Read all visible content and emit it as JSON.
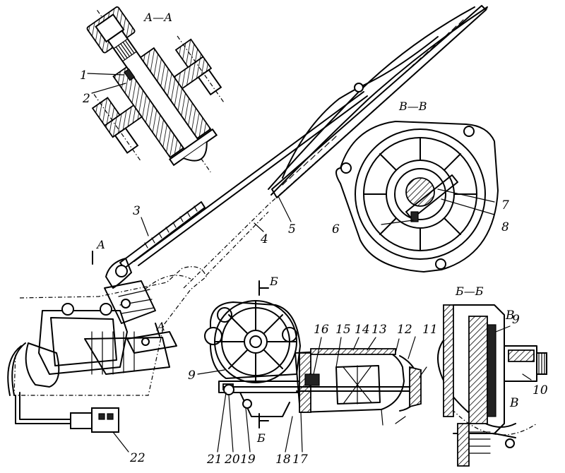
{
  "sections": {
    "aa": "А—А",
    "vv": "В—В",
    "bb": "Б—Б",
    "cut_a": "А",
    "cut_b": "Б",
    "mark_v": "В"
  },
  "labels": {
    "n1": "1",
    "n2": "2",
    "n3": "3",
    "n4": "4",
    "n5": "5",
    "n6": "6",
    "n7": "7",
    "n8": "8",
    "n9": "9",
    "n10": "10",
    "n11": "11",
    "n12": "12",
    "n13": "13",
    "n14": "14",
    "n15": "15",
    "n16": "16",
    "n17": "17",
    "n18": "18",
    "n19": "19",
    "n20": "20",
    "n21": "21",
    "n22": "22"
  }
}
